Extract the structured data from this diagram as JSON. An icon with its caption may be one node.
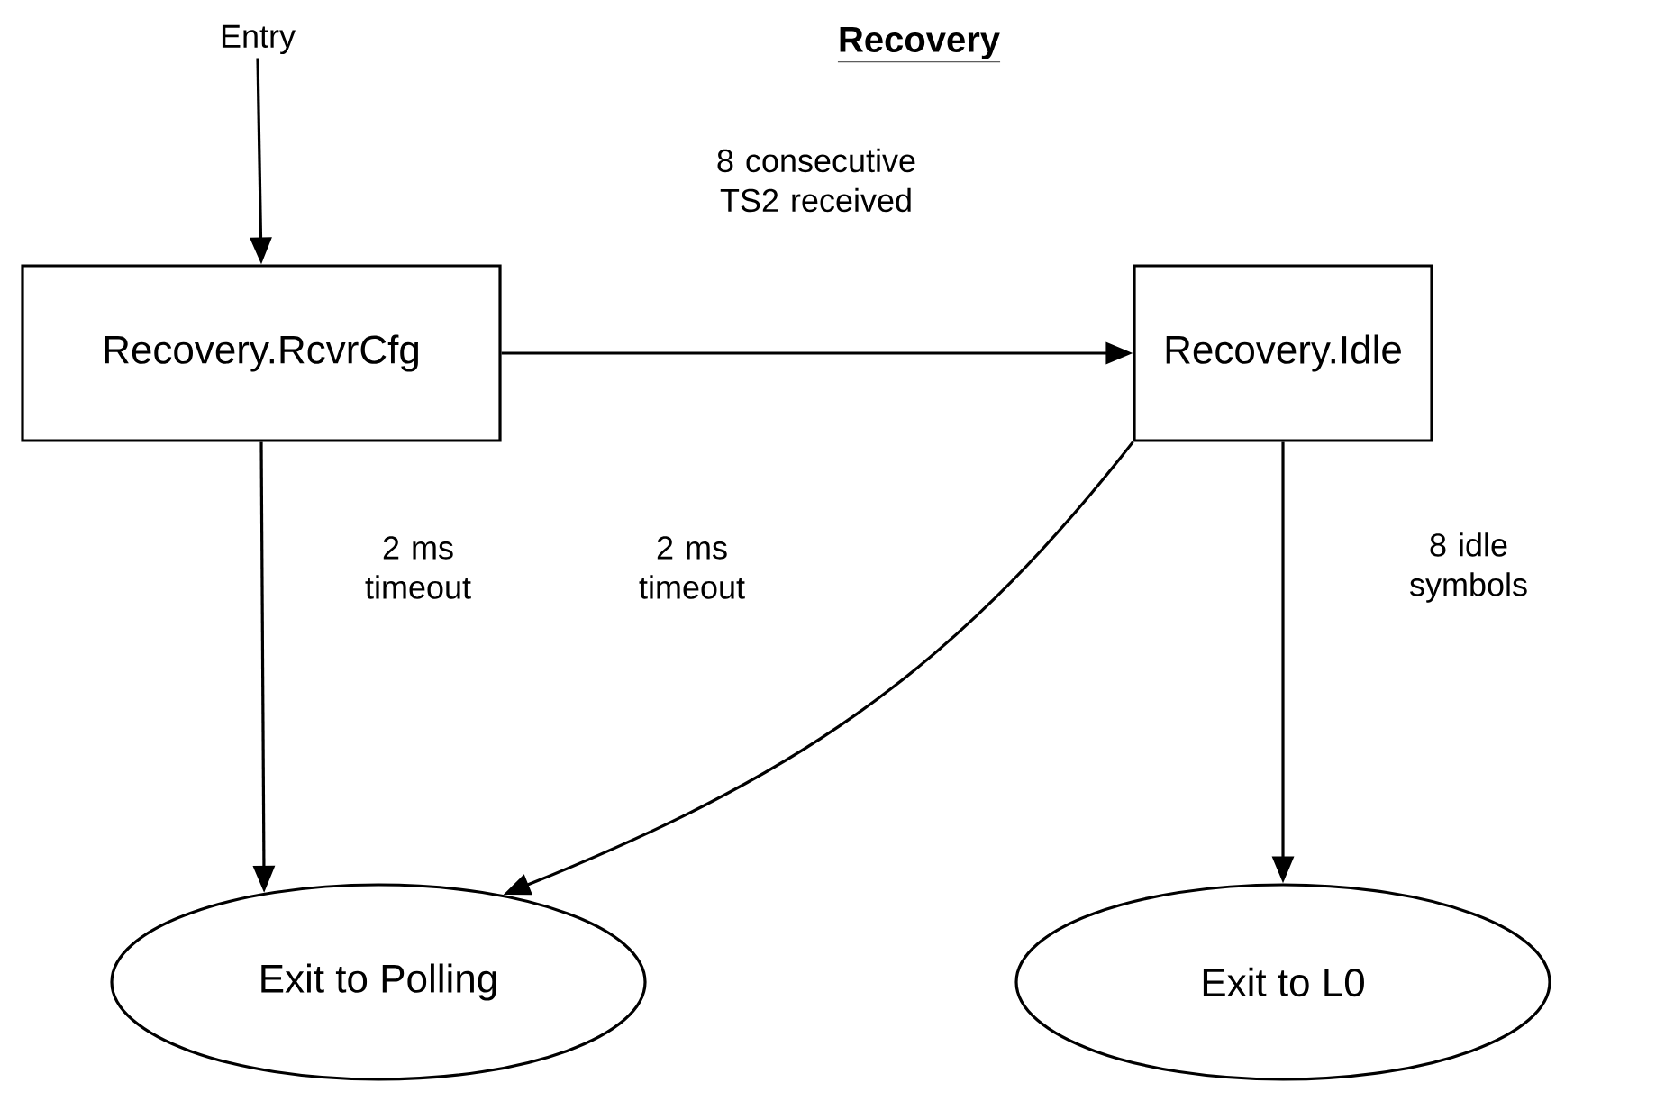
{
  "diagram": {
    "title": "Recovery",
    "nodes": [
      {
        "text": [
          "Entry"
        ]
      },
      {
        "text": [
          "Recovery.RcvrCfg"
        ]
      },
      {
        "text": [
          "Recovery.Idle"
        ]
      },
      {
        "text": [
          "Exit to Polling"
        ]
      },
      {
        "text": [
          "Exit to L0"
        ]
      }
    ],
    "edges": [
      {
        "from": 0,
        "to": 1,
        "arrow": "to"
      },
      {
        "from": 1,
        "to": 2,
        "arrow": "to",
        "label": "8 consecutive TS2 received"
      },
      {
        "from": 1,
        "to": 3,
        "arrow": "to",
        "label": "2 ms timeout"
      },
      {
        "from": 2,
        "to": 3,
        "arrow": "to",
        "label": "2 ms timeout"
      },
      {
        "from": 2,
        "to": 4,
        "arrow": "to",
        "label": "8 idle symbols"
      }
    ]
  }
}
